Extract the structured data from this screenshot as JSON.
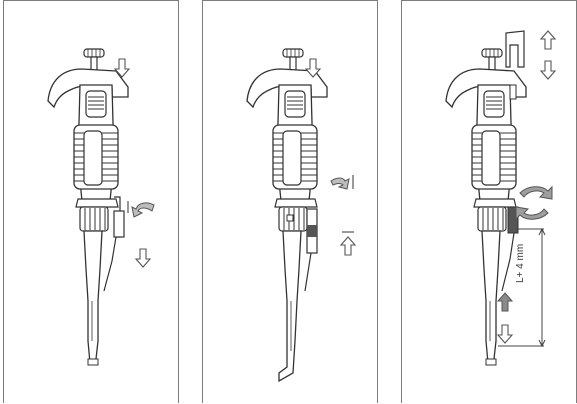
{
  "panels": [
    {
      "id": "step-1"
    },
    {
      "id": "step-2"
    },
    {
      "id": "step-3",
      "dimension_label": "L+ 4 mm"
    }
  ]
}
